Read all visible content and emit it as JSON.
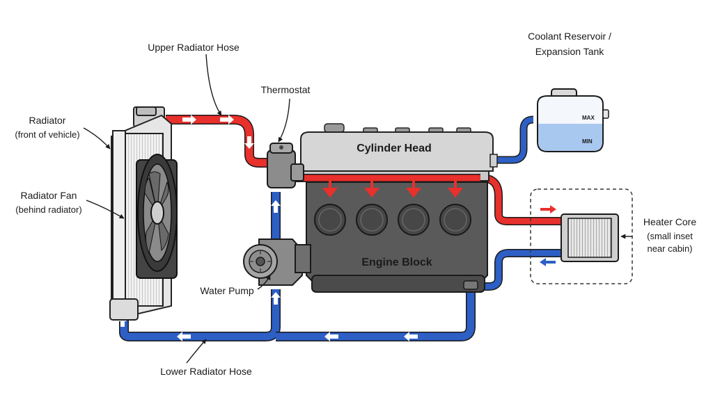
{
  "labels": {
    "upper_hose": "Upper Radiator Hose",
    "thermostat": "Thermostat",
    "radiator_title": "Radiator",
    "radiator_sub": "(front of vehicle)",
    "fan_title": "Radiator Fan",
    "fan_sub": "(behind radiator)",
    "water_pump": "Water Pump",
    "lower_hose": "Lower Radiator Hose",
    "cylinder_head": "Cylinder Head",
    "engine_block": "Engine Block",
    "reservoir_line1": "Coolant Reservoir /",
    "reservoir_line2": "Expansion Tank",
    "reservoir_max": "MAX",
    "reservoir_min": "MIN",
    "heater_line1": "Heater Core",
    "heater_line2": "(small inset",
    "heater_line3": "near cabin)"
  },
  "colors": {
    "hot": "#e8302c",
    "cold": "#2d5fc4",
    "engine_dark": "#5a5a5a",
    "engine_light": "#d6d6d6",
    "coolant": "#a9c8ef"
  }
}
